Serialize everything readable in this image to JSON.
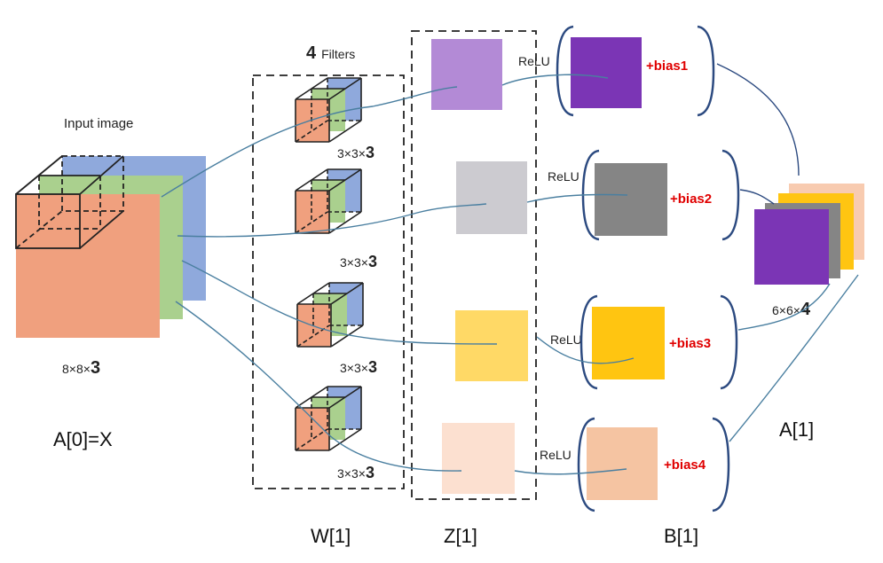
{
  "input": {
    "title": "Input image",
    "dims": "8×8×",
    "dims_bold": "3",
    "label": "A[0]=X"
  },
  "filters": {
    "count": "4",
    "title": "Filters",
    "dims": [
      {
        "text": "3×3×",
        "bold": "3"
      },
      {
        "text": "3×3×",
        "bold": "3"
      },
      {
        "text": "3×3×",
        "bold": "3"
      },
      {
        "text": "3×3×",
        "bold": "3"
      }
    ],
    "label": "W[1]"
  },
  "z": {
    "label": "Z[1]",
    "colors": [
      "#b38ad6",
      "#cccbd0",
      "#ffd966",
      "#fce0d0"
    ]
  },
  "relu_label": "ReLU",
  "b": {
    "label": "B[1]",
    "items": [
      {
        "bias": "+bias1",
        "color": "#7b35b5"
      },
      {
        "bias": "+bias2",
        "color": "#858585"
      },
      {
        "bias": "+bias3",
        "color": "#ffc511"
      },
      {
        "bias": "+bias4",
        "color": "#f5c4a2"
      }
    ]
  },
  "a": {
    "dims": "6×6×",
    "dims_bold": "4",
    "label": "A[1]"
  },
  "colors": {
    "orange": "#f0a07e",
    "green": "#aad08e",
    "blue": "#8fa9dc",
    "line": "#4a7fa0"
  }
}
